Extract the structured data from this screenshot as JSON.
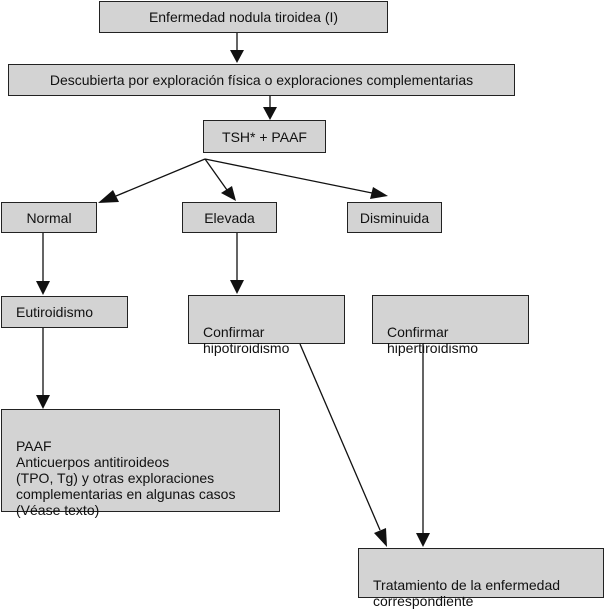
{
  "nodes": {
    "title": "Enfermedad nodula tiroidea (I)",
    "discovered": "Descubierta por exploración física o exploraciones complementarias",
    "tsh_paaf": "TSH* + PAAF",
    "normal": "Normal",
    "elevada": "Elevada",
    "disminuida": "Disminuida",
    "eutiroidismo": "Eutiroidismo",
    "confirmar_hipotiroidismo": "Confirmar\nhipotiroidismo",
    "confirmar_hipertiroidismo": "Confirmar\nhipertiroidismo",
    "paaf_detail": "PAAF\nAnticuerpos antitiroideos\n(TPO, Tg) y otras exploraciones\ncomplementarias en algunas casos\n(Véase  texto)",
    "tratamiento": "Tratamiento de la enfermedad\ncorrespondiente"
  },
  "colors": {
    "box_fill": "#d3d3d3",
    "stroke": "#111111",
    "background": "#ffffff"
  }
}
